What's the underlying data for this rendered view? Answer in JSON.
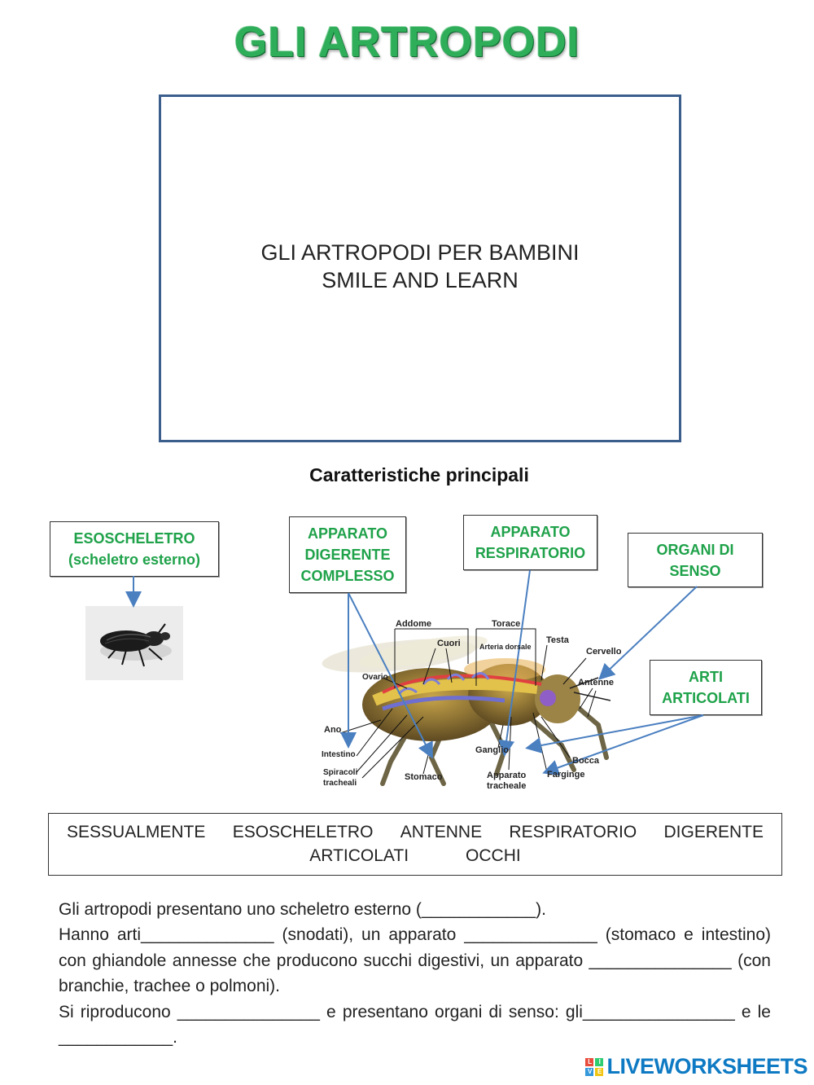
{
  "title": "GLI ARTROPODI",
  "video": {
    "line1": "GLI ARTROPODI PER BAMBINI",
    "line2": "SMILE AND LEARN"
  },
  "subtitle": "Caratteristiche principali",
  "labels": {
    "esoscheletro": [
      "ESOSCHELETRO",
      "(scheletro esterno)"
    ],
    "digerente": [
      "APPARATO",
      "DIGERENTE",
      "COMPLESSO"
    ],
    "respiratorio": [
      "APPARATO",
      "RESPIRATORIO"
    ],
    "organi": [
      "ORGANI DI",
      "SENSO"
    ],
    "arti": [
      "ARTI",
      "ARTICOLATI"
    ]
  },
  "diagram_labels": {
    "addome": "Addome",
    "torace": "Torace",
    "cuori": "Cuori",
    "arteria": "Arteria dorsale",
    "testa": "Testa",
    "cervello": "Cervello",
    "antenne": "Antenne",
    "ovario": "Ovario",
    "ano": "Ano",
    "intestino": "Intestino",
    "spiracoli1": "Spiracoli",
    "spiracoli2": "tracheali",
    "stomaco": "Stomaco",
    "ganglio": "Ganglio",
    "apparato1": "Apparato",
    "apparato2": "tracheale",
    "bocca": "Bocca",
    "faringe": "Farginge"
  },
  "word_bank": {
    "row1": [
      "SESSUALMENTE",
      "ESOSCHELETRO",
      "ANTENNE",
      "RESPIRATORIO",
      "DIGERENTE"
    ],
    "row2": [
      "ARTICOLATI",
      "OCCHI"
    ]
  },
  "paragraph": [
    "Gli artropodi presentano uno scheletro esterno (____________).",
    "Hanno arti______________ (snodati), un apparato ______________ (stomaco e intestino)  con ghiandole annesse che producono succhi digestivi, un apparato _______________ (con branchie, trachee o polmoni).",
    "Si riproducono _______________ e presentano organi di senso: gli________________ e le ____________."
  ],
  "brand": "LIVEWORKSHEETS",
  "colors": {
    "green": "#1fa24a",
    "title_green": "#2fae5a",
    "arrow_blue": "#4a7fc0",
    "frame_blue": "#3b5e8c"
  }
}
